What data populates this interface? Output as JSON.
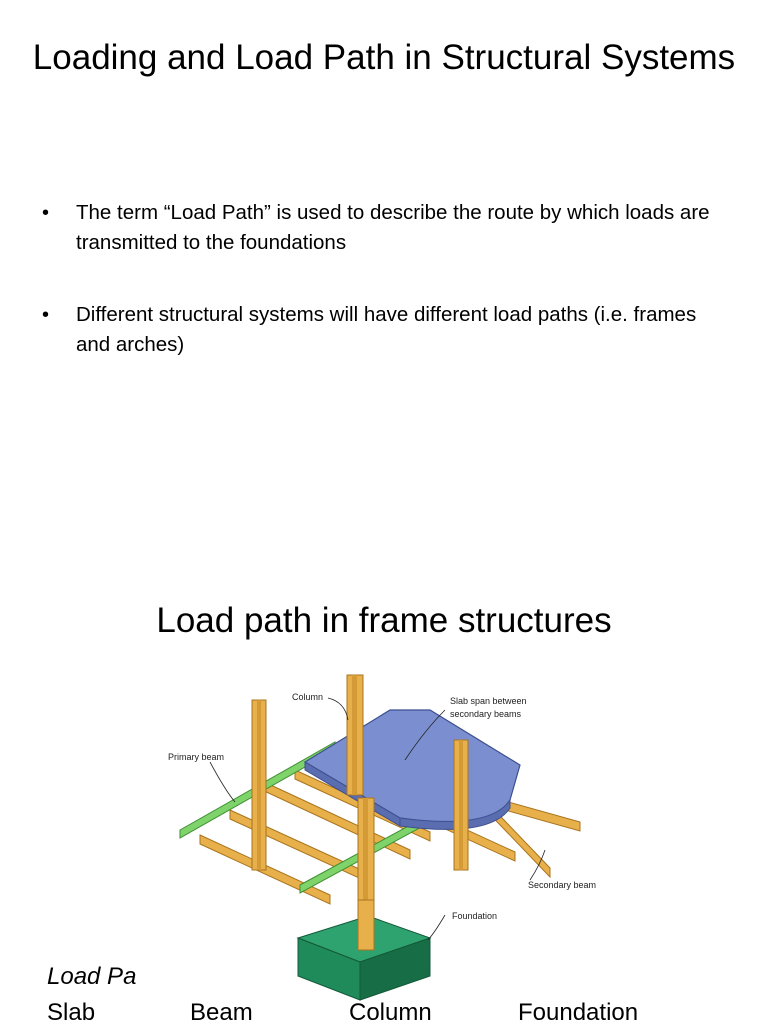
{
  "slide": {
    "title": "Loading and Load Path in Structural Systems",
    "bullets": [
      "The term “Load Path” is used to describe the route by which loads are transmitted to the foundations",
      "Different structural systems will have different load paths (i.e. frames and arches)"
    ],
    "bullet_symbol": "•"
  },
  "section": {
    "title": "Load path in frame structures"
  },
  "figure": {
    "labels": {
      "column": "Column",
      "slab": "Slab span between",
      "slab_line2": "secondary beams",
      "primary_beam": "Primary beam",
      "secondary_beam": "Secondary beam",
      "foundation": "Foundation"
    },
    "colors": {
      "slab": "#7b8fd0",
      "wood": "#e8b04a",
      "wood_dark": "#a8741e",
      "primary_beam": "#7ed36a",
      "foundation": "#1f8a5a"
    }
  },
  "caption": {
    "text": "Load Pa"
  },
  "chain": {
    "items": [
      "Slab",
      "Beam",
      "Column",
      "Foundation"
    ]
  }
}
